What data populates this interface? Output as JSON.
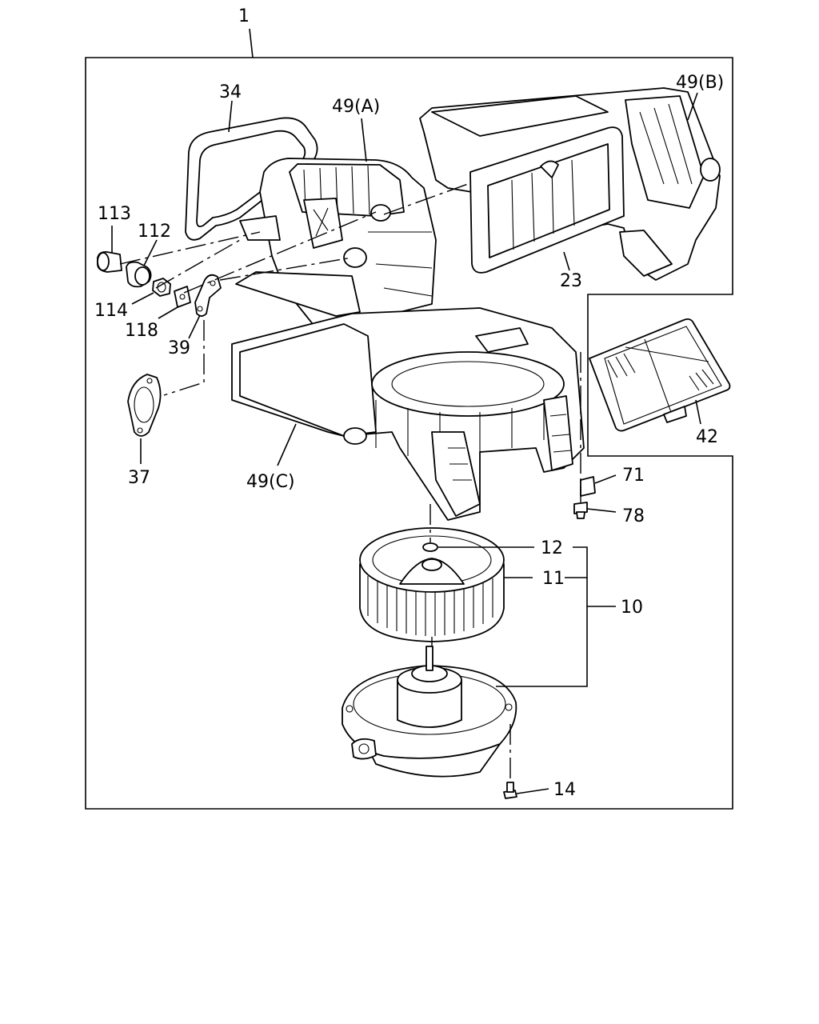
{
  "diagram": {
    "callouts": {
      "c1": "1",
      "c34": "34",
      "c49a": "49(A)",
      "c49b": "49(B)",
      "c113": "113",
      "c112": "112",
      "c114": "114",
      "c118": "118",
      "c39": "39",
      "c23": "23",
      "c37": "37",
      "c49c": "49(C)",
      "c42": "42",
      "c71": "71",
      "c78": "78",
      "c12": "12",
      "c11": "11",
      "c10": "10",
      "c14": "14"
    }
  }
}
